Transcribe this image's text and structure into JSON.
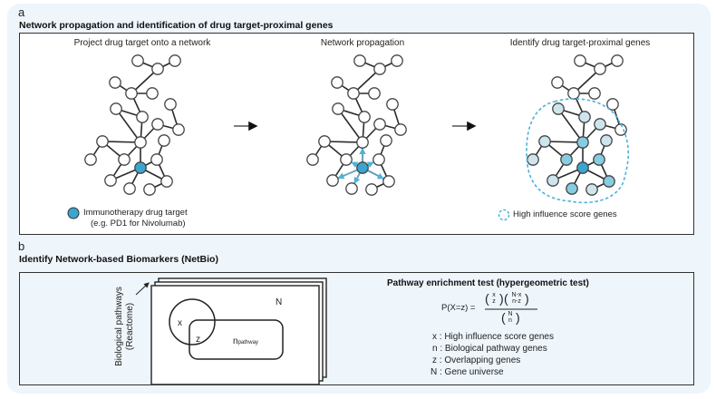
{
  "panel_a": {
    "letter": "a",
    "title": "Network propagation and identification of drug target-proximal genes",
    "steps": [
      {
        "label": "Project drug target onto a network"
      },
      {
        "label": "Network propagation"
      },
      {
        "label": "Identify drug target-proximal genes"
      }
    ],
    "legend_target": {
      "line1": "Immunotherapy drug target",
      "line2": "(e.g. PD1 for Nivolumab)"
    },
    "legend_influence": "High influence score genes",
    "arrow_icon": "right-arrow-icon"
  },
  "panel_b": {
    "letter": "b",
    "title": "Identify Network-based Biomarkers (NetBio)",
    "side_label": {
      "line1": "Biological pathways",
      "line2": "(Reactome)"
    },
    "venn": {
      "x": "x",
      "z": "z",
      "n": "n",
      "n_sub": "pathway",
      "N": "N"
    },
    "formula_title": "Pathway enrichment test (hypergeometric test)",
    "formula": {
      "lhs": "P(X=z) =",
      "num1_top": "x",
      "num1_bot": "z",
      "num2_top": "N-x",
      "num2_bot": "n-z",
      "den_top": "N",
      "den_bot": "n"
    },
    "definitions": [
      "x : High influence score genes",
      "n : Biological pathway genes",
      "z : Overlapping genes",
      "N : Gene universe"
    ]
  },
  "colors": {
    "background": "#eef5fb",
    "target": "#3aa6d0",
    "propagation": "#5ab8de",
    "high": "#86cde2",
    "low": "#cfe5ee",
    "dash": "#4db3dc"
  }
}
